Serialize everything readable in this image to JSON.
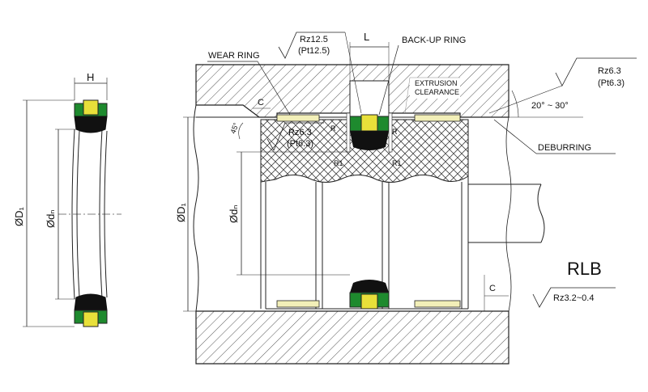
{
  "left_view": {
    "width_label": "H",
    "outer_dia_label": "ØD₁",
    "inner_dia_label": "Ødₙ"
  },
  "main_view": {
    "groove_width_label": "L",
    "chamfer_label": "C",
    "bottom_chamfer_label": "C",
    "angle_45": "45°",
    "outer_dia_label": "ØD₁",
    "inner_dia_label": "Ødₙ",
    "r_labels": [
      "R",
      "R",
      "R1",
      "R1"
    ]
  },
  "callouts": {
    "wear_ring": "WEAR RING",
    "back_up_ring": "BACK-UP RING",
    "extrusion_1": "EXTRUSION",
    "extrusion_2": "CLEARANCE",
    "deburring": "DEBURRING",
    "angle_range": "20° ~ 30°",
    "rz125": "Rz12.5",
    "pt125": "(Pt12.5)",
    "rz63_top": "Rz6.3",
    "pt63_top": "(Pt6.3)",
    "rz63_mid": "Rz6.3",
    "pt63_mid": "(Pt6.3)",
    "rz_bottom": "Rz3.2~0.4",
    "model": "RLB"
  },
  "colors": {
    "seal_black": "#111111",
    "energizer_green": "#1e8a2e",
    "backup_yellow": "#e8e03a",
    "wear_ring": "#f2efb8",
    "line": "#222222"
  }
}
